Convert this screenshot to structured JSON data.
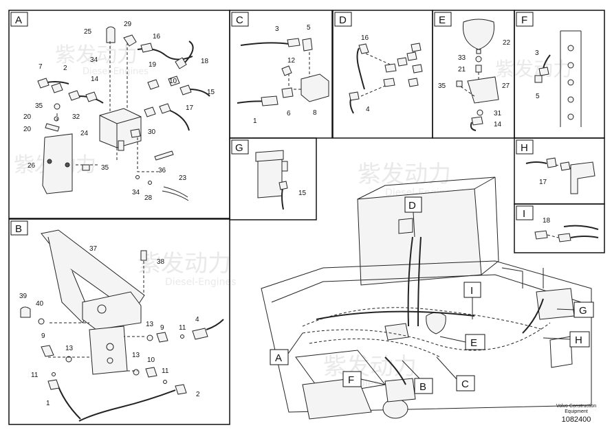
{
  "footer": {
    "brand": "Volvo Construction",
    "sub": "Equipment",
    "drawing_no": "1082400"
  },
  "watermark": {
    "cn": "紫发动力",
    "en": "Diesel-Engines"
  },
  "panels": {
    "A": "A",
    "B": "B",
    "C": "C",
    "D": "D",
    "E": "E",
    "F": "F",
    "G": "G",
    "H": "H",
    "I": "I"
  },
  "callouts": {
    "A": "A",
    "B": "B",
    "C": "C",
    "D": "D",
    "E": "E",
    "F": "F",
    "G": "G",
    "H": "H",
    "I": "I"
  },
  "labels": {
    "A": [
      "25",
      "29",
      "16",
      "34",
      "19",
      "18",
      "7",
      "2",
      "14",
      "10",
      "15",
      "35",
      "32",
      "17",
      "20",
      "20",
      "24",
      "30",
      "26",
      "35",
      "36",
      "34",
      "28",
      "23"
    ],
    "B": [
      "37",
      "38",
      "39",
      "40",
      "13",
      "11",
      "4",
      "9",
      "9",
      "13",
      "13",
      "10",
      "11",
      "11",
      "1",
      "2"
    ],
    "C": [
      "3",
      "5",
      "12",
      "1",
      "6",
      "8"
    ],
    "D": [
      "16",
      "4"
    ],
    "E": [
      "22",
      "33",
      "21",
      "35",
      "27",
      "31",
      "14"
    ],
    "F": [
      "3",
      "5"
    ],
    "G": [
      "15"
    ],
    "H": [
      "17"
    ],
    "I": [
      "18"
    ]
  }
}
